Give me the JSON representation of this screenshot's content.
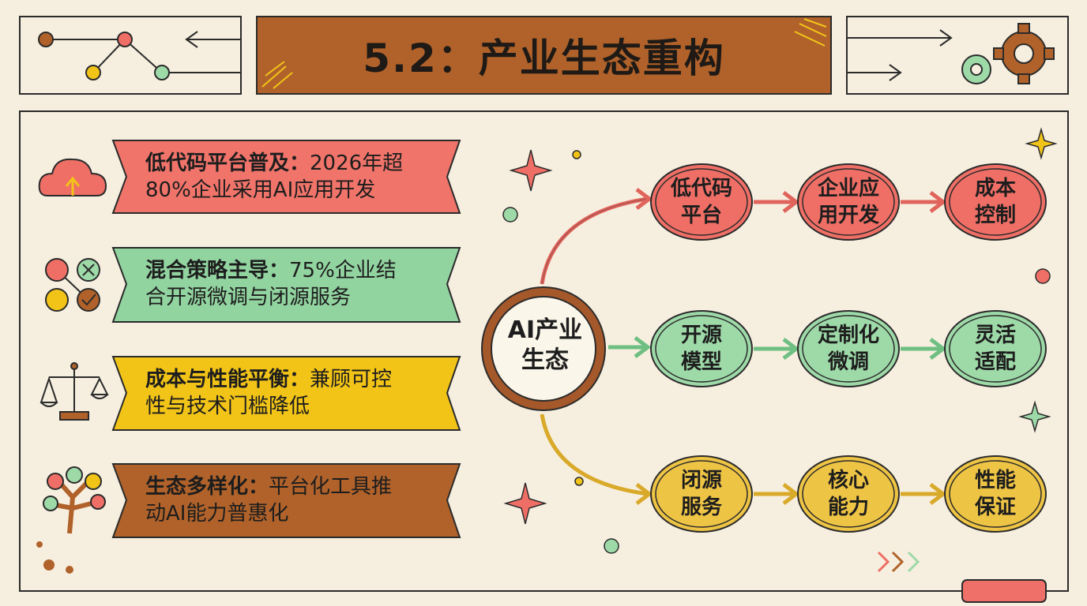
{
  "title": "5.2：产业生态重构",
  "hub": {
    "line1": "AI产业",
    "line2": "生态"
  },
  "banners": [
    {
      "head": "低代码平台普及：",
      "body1": "2026年超",
      "line2": "80%企业采用AI应用开发",
      "color": "#f0746a",
      "icon": "cloud-upload-icon"
    },
    {
      "head": "混合策略主导：",
      "body1": "75%企业结",
      "line2": "合开源微调与闭源服务",
      "color": "#92d4a0",
      "icon": "strategy-icons"
    },
    {
      "head": "成本与性能平衡：",
      "body1": "兼顾可控",
      "line2": "性与技术门槛降低",
      "color": "#f2c418",
      "icon": "scales-icon"
    },
    {
      "head": "生态多样化：",
      "body1": "平台化工具推",
      "line2": "动AI能力普惠化",
      "color": "#b0622a",
      "icon": "tree-icon"
    }
  ],
  "rows": [
    {
      "color": "#ef6f66",
      "arrow": "#e0645c",
      "nodes": [
        {
          "l1": "低代码",
          "l2": "平台"
        },
        {
          "l1": "企业应",
          "l2": "用开发"
        },
        {
          "l1": "成本",
          "l2": "控制"
        }
      ]
    },
    {
      "color": "#9ed9a8",
      "arrow": "#6fbf82",
      "nodes": [
        {
          "l1": "开源",
          "l2": "模型"
        },
        {
          "l1": "定制化",
          "l2": "微调"
        },
        {
          "l1": "灵活",
          "l2": "适配"
        }
      ]
    },
    {
      "color": "#eec445",
      "arrow": "#d9a92a",
      "nodes": [
        {
          "l1": "闭源",
          "l2": "服务"
        },
        {
          "l1": "核心",
          "l2": "能力"
        },
        {
          "l1": "性能",
          "l2": "保证"
        }
      ]
    }
  ],
  "colors": {
    "background": "#f6efdf",
    "title_bg": "#b0622a",
    "hub_ring": "#a5582a",
    "accent_red": "#ee7068",
    "accent_green": "#9ed9a8"
  }
}
